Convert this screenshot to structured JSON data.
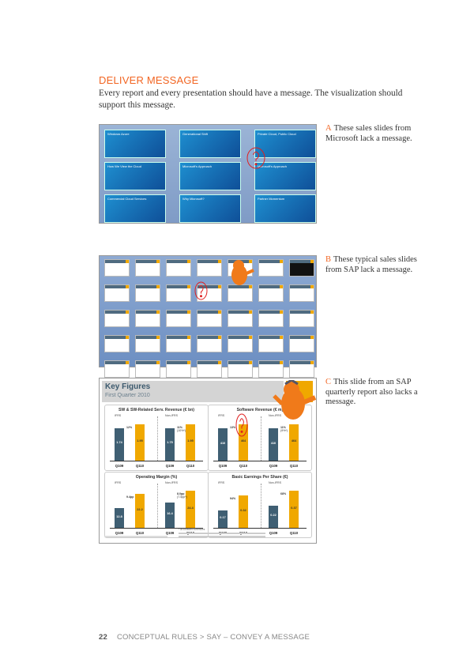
{
  "heading": "DELIVER MESSAGE",
  "intro": "Every report and every presentation should have a message. The visualization should support this message.",
  "figures": [
    {
      "letter": "A",
      "caption": "These sales slides from Microsoft lack a message."
    },
    {
      "letter": "B",
      "caption": "These typical sales slides from SAP lack a message."
    },
    {
      "letter": "C",
      "caption": "This slide from an SAP quarterly report also lacks a message."
    }
  ],
  "microsoft_slides": [
    "Windows Azure",
    "Generational Shift",
    "Private Cloud, Public Cloud",
    "How We View the Cloud",
    "Microsoft's Approach",
    "Microsoft's Approach",
    "Commercial Cloud Services",
    "Why Microsoft?",
    "Partner Momentum"
  ],
  "key_figures": {
    "title": "Key Figures",
    "subtitle": "First Quarter 2010",
    "colors": {
      "q109": "#3f5f73",
      "q110": "#f0a800",
      "question_mark": "#e02020"
    },
    "footnote": "* at constant currencies",
    "panels": [
      {
        "title": "SW & SW-Related Serv. Revenue (€ bn)",
        "groups": [
          {
            "label": "IFRS",
            "q109": "1.74",
            "q110": "1.95",
            "v109": 1.74,
            "v110": 1.95,
            "change": "12%",
            "note": ""
          },
          {
            "label": "Non-IFRS",
            "q109": "1.75",
            "q110": "1.95",
            "v109": 1.75,
            "v110": 1.95,
            "change": "11%",
            "note": "(10%*)"
          }
        ],
        "max": 2.2
      },
      {
        "title": "Software Revenue (€ m)",
        "groups": [
          {
            "label": "IFRS",
            "q109": "410",
            "q110": "464",
            "v109": 410,
            "v110": 464,
            "change": "13%",
            "note": ""
          },
          {
            "label": "Non-IFRS",
            "q109": "410",
            "q110": "464",
            "v109": 410,
            "v110": 464,
            "change": "11%",
            "note": "(9%*)"
          }
        ],
        "max": 520
      },
      {
        "title": "Operating Margin (%)",
        "groups": [
          {
            "label": "IFRS",
            "q109": "12.8",
            "q110": "22.2",
            "v109": 12.8,
            "v110": 22.2,
            "change": "9.4pp",
            "note": ""
          },
          {
            "label": "Non-IFRS",
            "q109": "16.4",
            "q110": "24.4",
            "v109": 16.4,
            "v110": 24.4,
            "change": "8.0pp",
            "note": "(7.5pp*)"
          }
        ],
        "max": 27
      },
      {
        "title": "Basic Earnings Per Share (€)",
        "groups": [
          {
            "label": "IFRS",
            "q109": "0.17",
            "q110": "0.32",
            "v109": 0.17,
            "v110": 0.32,
            "change": "94%",
            "note": ""
          },
          {
            "label": "Non-IFRS",
            "q109": "0.22",
            "q110": "0.37",
            "v109": 0.22,
            "v110": 0.37,
            "change": "68%",
            "note": ""
          }
        ],
        "max": 0.41
      }
    ],
    "x_labels": [
      "Q109",
      "Q110"
    ]
  },
  "footer": {
    "page": "22",
    "text": "CONCEPTUAL RULES > SAY – CONVEY A MESSAGE"
  }
}
